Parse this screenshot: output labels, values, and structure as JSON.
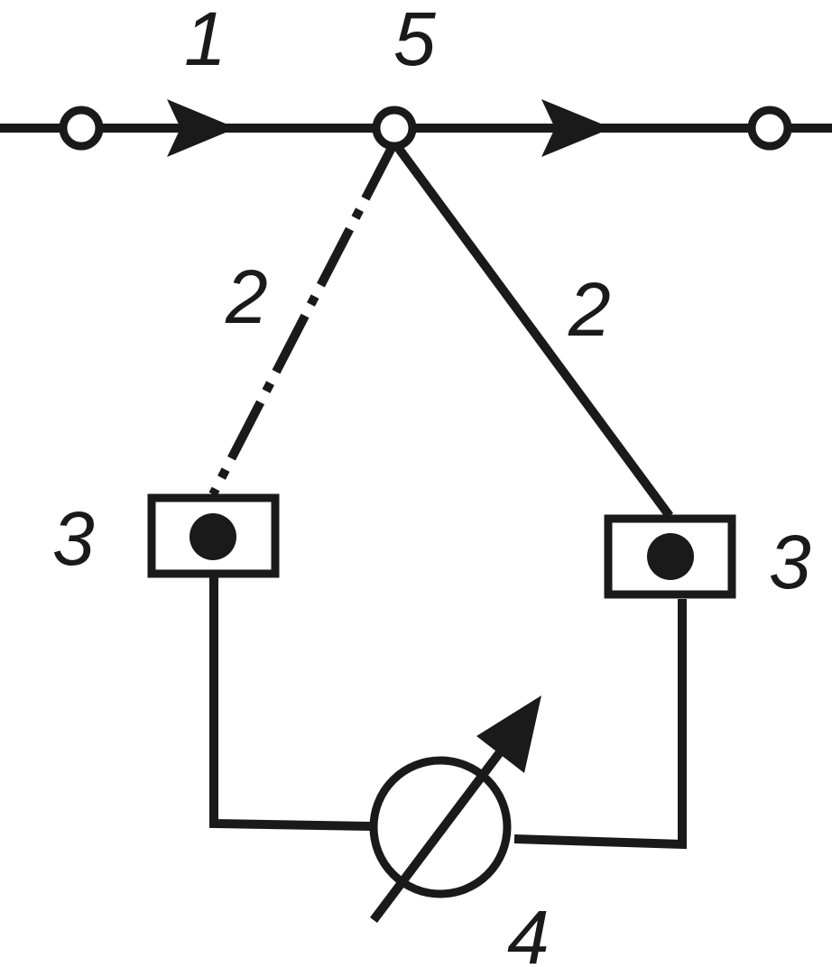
{
  "labels": {
    "main_line": "1",
    "junction": "5",
    "branch_left": "2",
    "branch_right": "2",
    "sensor_left": "3",
    "sensor_right": "3",
    "meter": "4"
  },
  "colors": {
    "ink": "#1a1a1a",
    "background": "#ffffff"
  }
}
